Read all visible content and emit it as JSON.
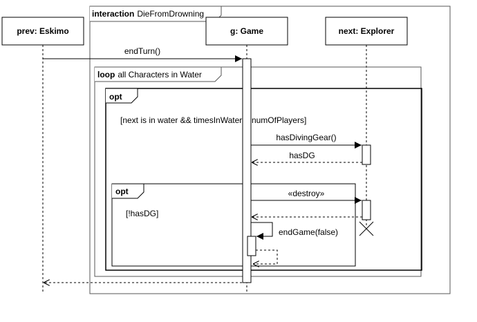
{
  "frame": {
    "keyword": "interaction",
    "name": "DieFromDrowning"
  },
  "lifelines": [
    {
      "id": "eskimo",
      "label": "prev: Eskimo"
    },
    {
      "id": "game",
      "label": "g: Game"
    },
    {
      "id": "explorer",
      "label": "next: Explorer"
    }
  ],
  "loop": {
    "keyword": "loop",
    "guard": "all Characters in Water"
  },
  "opt_outer": {
    "keyword": "opt",
    "guard": "[next is in water && timesInWater = numOfPlayers]"
  },
  "opt_inner": {
    "keyword": "opt",
    "guard": "[!hasDG]"
  },
  "messages": {
    "end_turn": "endTurn()",
    "has_diving_gear": "hasDivingGear()",
    "has_dg_return": "hasDG",
    "destroy": "«destroy»",
    "end_game": "endGame(false)"
  },
  "colors": {
    "line": "#000000",
    "frame": "#555555",
    "background": "#ffffff"
  }
}
